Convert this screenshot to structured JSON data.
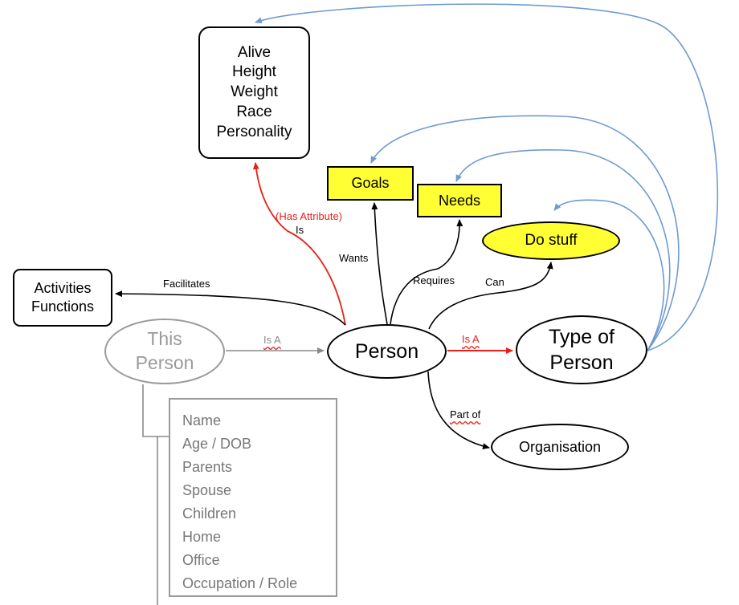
{
  "nodes": {
    "attributes": [
      "Alive",
      "Height",
      "Weight",
      "Race",
      "Personality"
    ],
    "goals": "Goals",
    "needs": "Needs",
    "do_stuff": "Do stuff",
    "activities": [
      "Activities",
      "Functions"
    ],
    "this_person": [
      "This",
      "Person"
    ],
    "person": "Person",
    "type_of_person": [
      "Type of",
      "Person"
    ],
    "organisation": "Organisation",
    "person_properties": [
      "Name",
      "Age / DOB",
      "Parents",
      "Spouse",
      "Children",
      "Home",
      "Office",
      "Occupation / Role"
    ]
  },
  "edges": {
    "has_attribute": "(Has Attribute)",
    "is": "Is",
    "wants": "Wants",
    "requires": "Requires",
    "can": "Can",
    "facilitates": "Facilitates",
    "this_is_a": "Is A",
    "type_is_a": "Is A",
    "part_of": "Part of"
  },
  "colors": {
    "black_edge": "#000000",
    "red_edge": "#e8201a",
    "grey_edge": "#8a8a8a",
    "blue_edge": "#6e9bd1",
    "highlight_fill": "#ffff33"
  }
}
